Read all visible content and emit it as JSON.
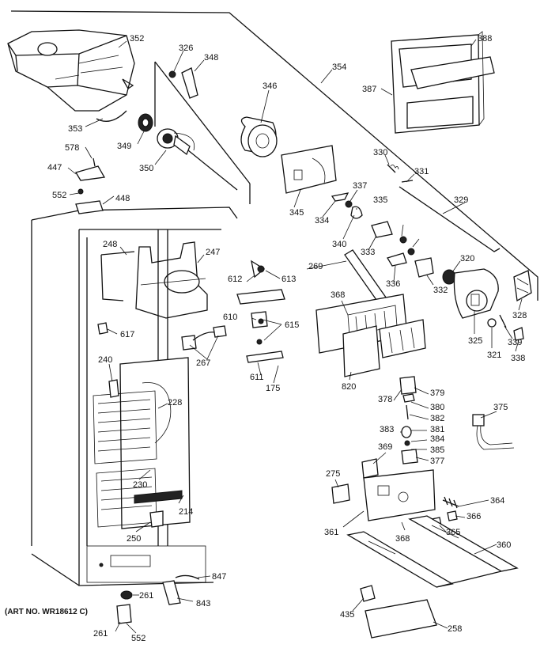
{
  "diagram": {
    "art_number": "(ART NO. WR18612 C)",
    "part_labels": [
      "352",
      "326",
      "348",
      "346",
      "388",
      "387",
      "354",
      "353",
      "349",
      "350",
      "578",
      "447",
      "552",
      "448",
      "345",
      "330",
      "331",
      "329",
      "337",
      "335",
      "334",
      "340",
      "333",
      "336",
      "332",
      "320",
      "269",
      "248",
      "247",
      "612",
      "613",
      "610",
      "615",
      "368",
      "617",
      "267",
      "611",
      "175",
      "240",
      "228",
      "820",
      "378",
      "379",
      "380",
      "382",
      "381",
      "383",
      "384",
      "385",
      "369",
      "377",
      "375",
      "230",
      "214",
      "275",
      "361",
      "364",
      "366",
      "365",
      "368",
      "360",
      "250",
      "847",
      "261",
      "843",
      "435",
      "258",
      "552",
      "325",
      "321",
      "339",
      "338",
      "328"
    ]
  }
}
